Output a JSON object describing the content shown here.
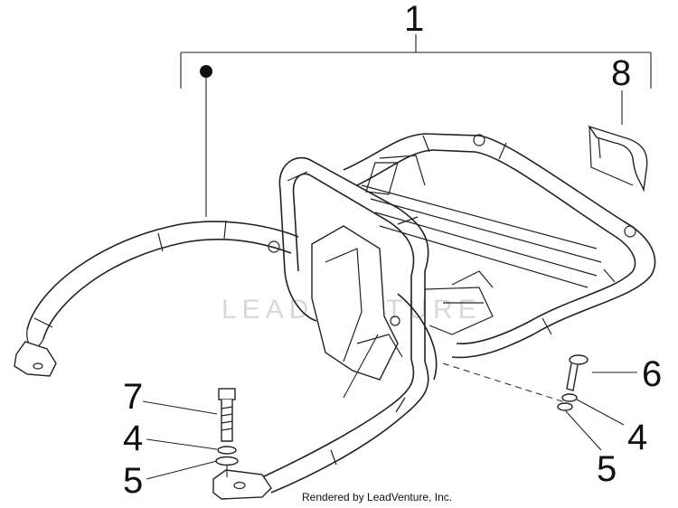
{
  "callouts": {
    "c1": "1",
    "c8": "8",
    "c7": "7",
    "c4_left": "4",
    "c5_left": "5",
    "c6": "6",
    "c4_right": "4",
    "c5_right": "5"
  },
  "watermark": "LEADVENTURE",
  "credit": "Rendered by LeadVenture, Inc."
}
